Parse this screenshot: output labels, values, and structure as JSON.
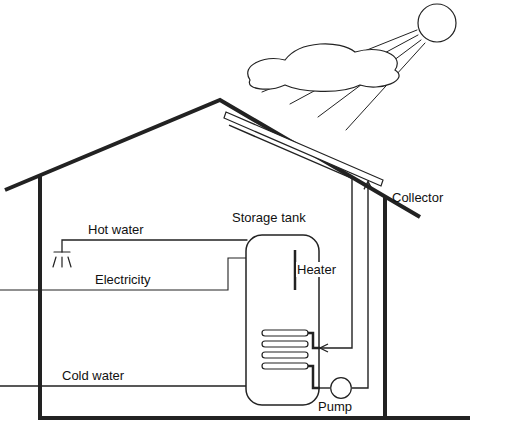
{
  "diagram": {
    "nodes": [
      {
        "text": [
          "Collector"
        ]
      },
      {
        "text": [
          "Storage tank"
        ]
      },
      {
        "text": [
          "Pump"
        ]
      }
    ],
    "edges": [
      {
        "from": 0,
        "to": 1,
        "arrow": "to"
      },
      {
        "from": 1,
        "to": 2,
        "arrow": "none"
      },
      {
        "from": 2,
        "to": 0,
        "arrow": "to"
      }
    ],
    "labels": [
      "Hot water",
      "Heater",
      "Electricity",
      "Cold water"
    ]
  }
}
